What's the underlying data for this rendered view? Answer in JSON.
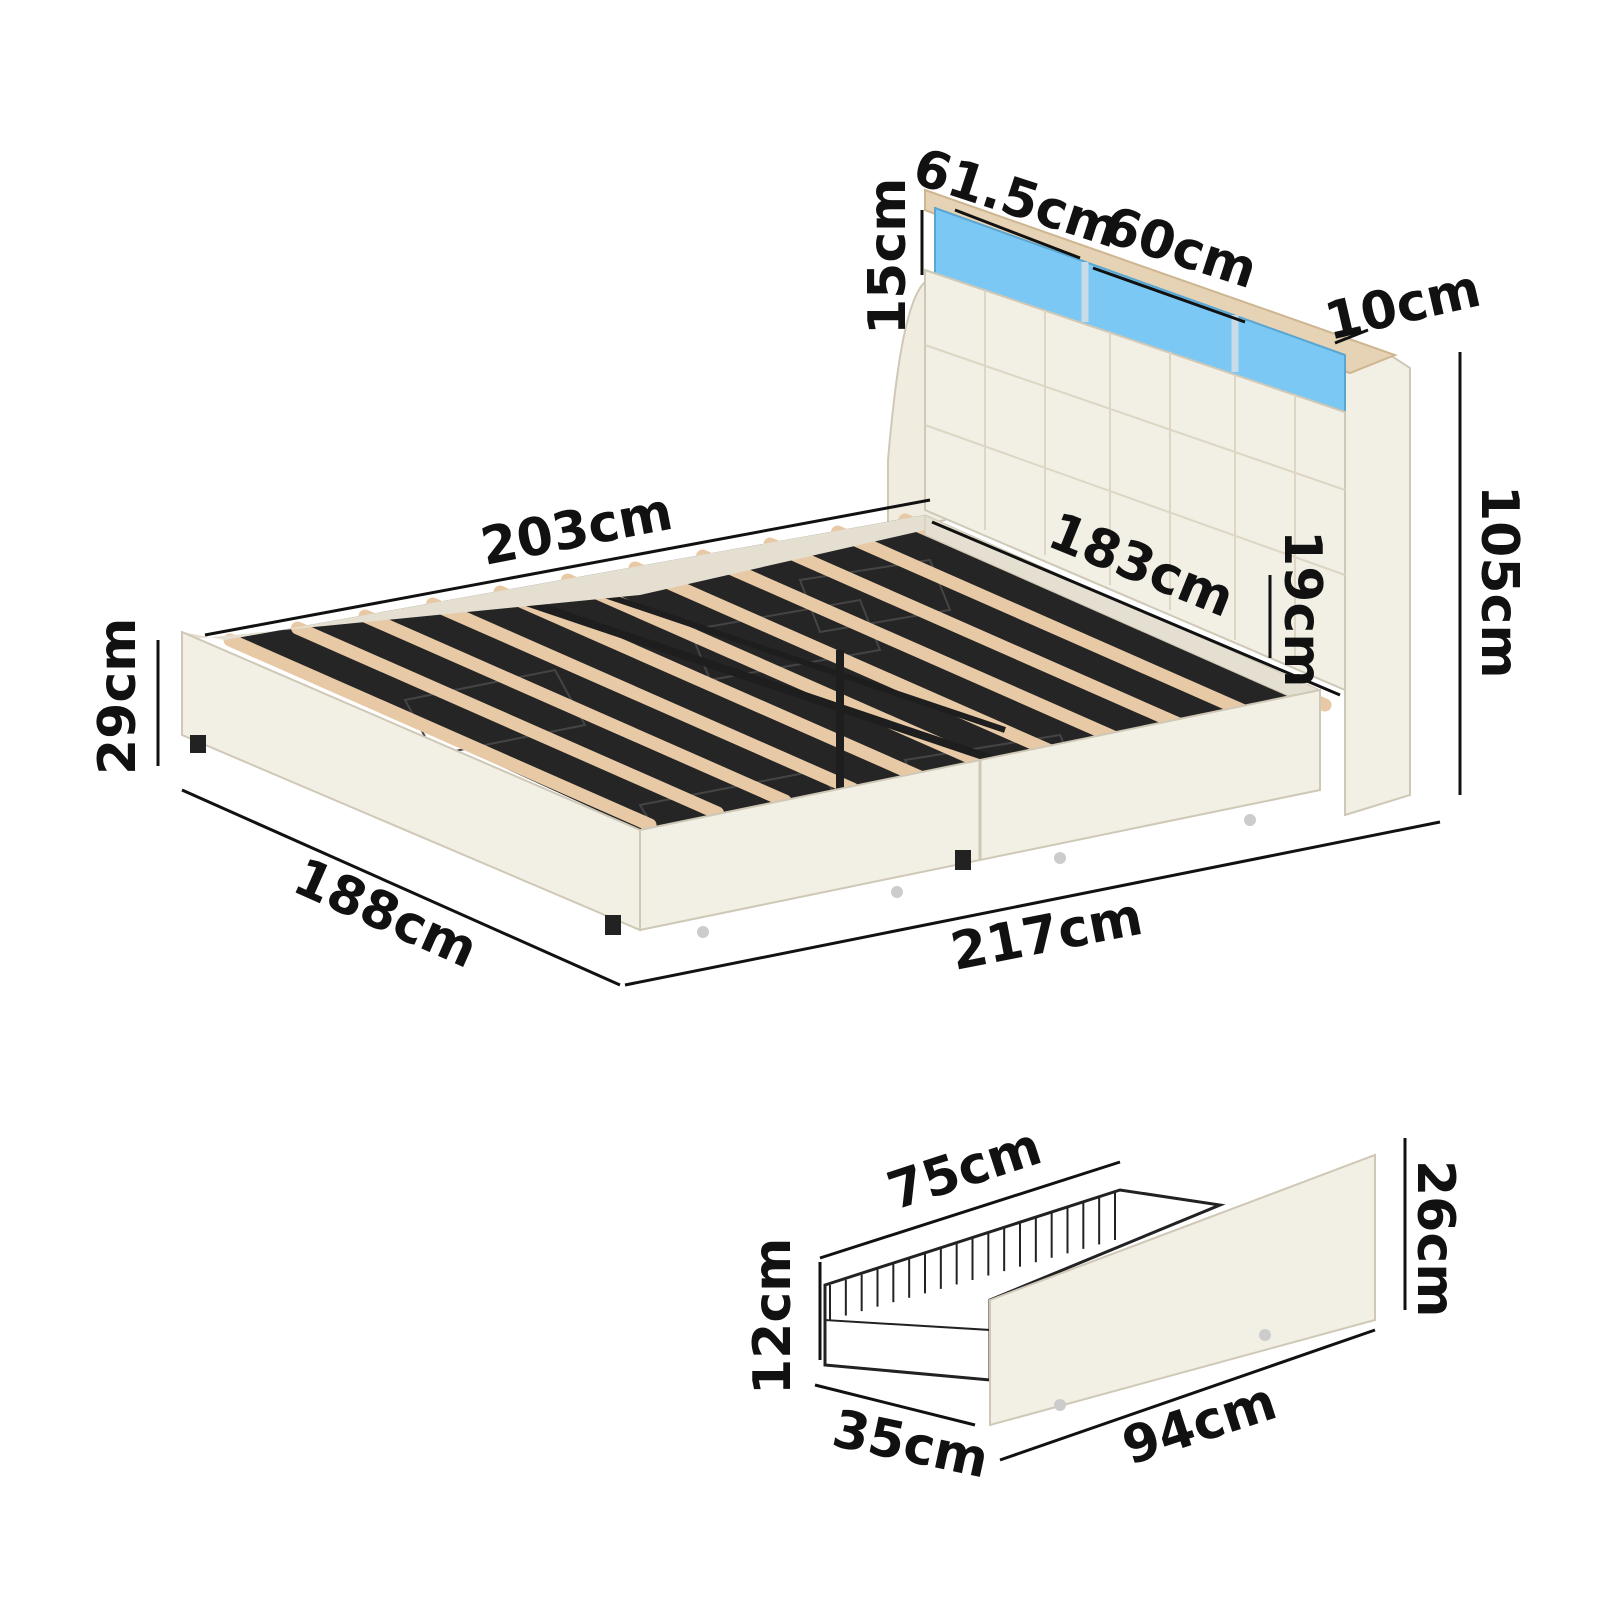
{
  "bed": {
    "headboard_shelf_length": "61.5cm",
    "headboard_shelf_height": "15cm",
    "headboard_shelf_gap": "60cm",
    "headboard_shelf_depth": "10cm",
    "total_height": "105cm",
    "side_rail_length": "203cm",
    "inner_width": "183cm",
    "headboard_leg_clearance": "19cm",
    "frame_height": "29cm",
    "total_width": "188cm",
    "total_length": "217cm"
  },
  "drawer": {
    "length": "75cm",
    "basket_height": "12cm",
    "width": "35cm",
    "front_length": "94cm",
    "front_height": "26cm"
  },
  "colors": {
    "fabric": "#f2efe4",
    "fabric_shade": "#e4dfd0",
    "slat": "#e8c9a6",
    "metal": "#1e1e1e",
    "led": "#7cc8f4",
    "wood_top": "#e6d2b4",
    "dim_line": "#111111"
  }
}
